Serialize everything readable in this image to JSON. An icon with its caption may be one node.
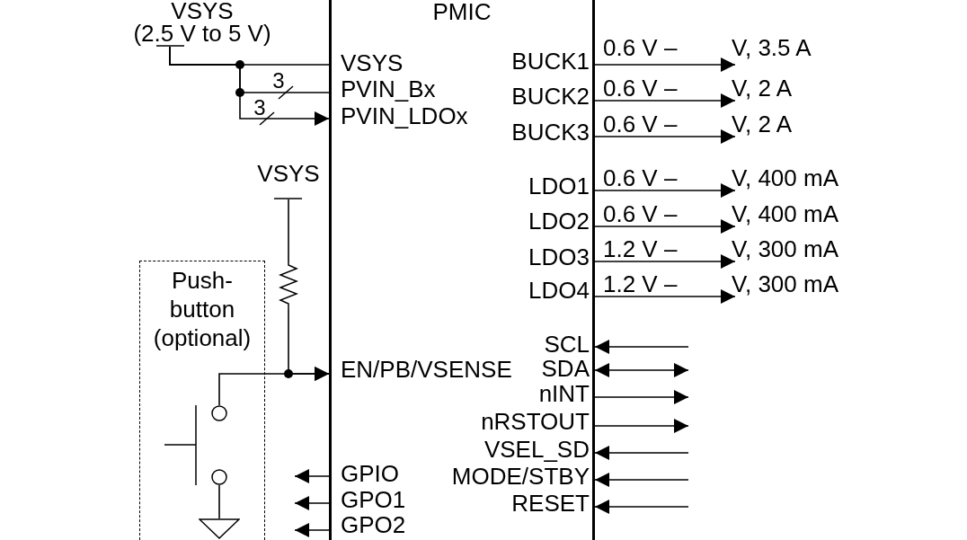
{
  "diagram": {
    "nodes": [
      {
        "text": [
          "PMIC"
        ]
      },
      {
        "text": [
          "VSYS",
          "(2.5 V to 5 V)"
        ]
      },
      {
        "text": [
          "VSYS"
        ],
        "in": 0
      },
      {
        "text": [
          "PVIN_Bx"
        ],
        "in": 0
      },
      {
        "text": [
          "PVIN_LDOx"
        ],
        "in": 0
      },
      {
        "text": [
          "VSYS"
        ]
      },
      {
        "text": [],
        "shape": "resistor"
      },
      {
        "text": [
          "Push-button (optional)"
        ]
      },
      {
        "text": [],
        "shape": "switch",
        "in": 7
      },
      {
        "text": [],
        "shape": "ground",
        "in": 7
      },
      {
        "text": [
          "EN/PB/VSENSE"
        ],
        "in": 0
      },
      {
        "text": [
          "GPIO"
        ],
        "in": 0
      },
      {
        "text": [
          "GPO1"
        ],
        "in": 0
      },
      {
        "text": [
          "GPO2"
        ],
        "in": 0
      },
      {
        "text": [
          "BUCK1"
        ],
        "in": 0
      },
      {
        "text": [
          "BUCK2"
        ],
        "in": 0
      },
      {
        "text": [
          "BUCK3"
        ],
        "in": 0
      },
      {
        "text": [
          "LDO1"
        ],
        "in": 0
      },
      {
        "text": [
          "LDO2"
        ],
        "in": 0
      },
      {
        "text": [
          "LDO3"
        ],
        "in": 0
      },
      {
        "text": [
          "LDO4"
        ],
        "in": 0
      },
      {
        "text": [
          "SCL"
        ],
        "in": 0
      },
      {
        "text": [
          "SDA"
        ],
        "in": 0
      },
      {
        "text": [
          "nINT"
        ],
        "in": 0
      },
      {
        "text": [
          "nRSTOUT"
        ],
        "in": 0
      },
      {
        "text": [
          "VSEL_SD"
        ],
        "in": 0
      },
      {
        "text": [
          "MODE/STBY"
        ],
        "in": 0
      },
      {
        "text": [
          "RESET"
        ],
        "in": 0
      },
      {
        "text": [
          "V, 3.5 A"
        ]
      },
      {
        "text": [
          "V, 2 A"
        ]
      },
      {
        "text": [
          "V, 2 A"
        ]
      },
      {
        "text": [
          "V, 400 mA"
        ]
      },
      {
        "text": [
          "V, 400 mA"
        ]
      },
      {
        "text": [
          "V, 300 mA"
        ]
      },
      {
        "text": [
          "V, 300 mA"
        ]
      }
    ],
    "edges": [
      {
        "from": 1,
        "to": 2,
        "arrow": "none"
      },
      {
        "from": 1,
        "to": 3,
        "arrow": "none",
        "label": "3"
      },
      {
        "from": 1,
        "to": 4,
        "arrow": "to",
        "label": "3"
      },
      {
        "from": 5,
        "to": 6,
        "arrow": "none"
      },
      {
        "from": 6,
        "to": 10,
        "arrow": "to"
      },
      {
        "from": 8,
        "to": 10,
        "arrow": "to"
      },
      {
        "from": 8,
        "to": 9,
        "arrow": "none"
      },
      {
        "from": 11,
        "to": null,
        "arrow": "to"
      },
      {
        "from": 12,
        "to": null,
        "arrow": "to"
      },
      {
        "from": 13,
        "to": null,
        "arrow": "to"
      },
      {
        "from": 14,
        "to": 28,
        "arrow": "to",
        "label": "0.6 V –"
      },
      {
        "from": 15,
        "to": 29,
        "arrow": "to",
        "label": "0.6 V –"
      },
      {
        "from": 16,
        "to": 30,
        "arrow": "to",
        "label": "0.6 V –"
      },
      {
        "from": 17,
        "to": 31,
        "arrow": "to",
        "label": "0.6 V –"
      },
      {
        "from": 18,
        "to": 32,
        "arrow": "to",
        "label": "0.6 V –"
      },
      {
        "from": 19,
        "to": 33,
        "arrow": "to",
        "label": "1.2 V –"
      },
      {
        "from": 20,
        "to": 34,
        "arrow": "to",
        "label": "1.2 V –"
      },
      {
        "from": null,
        "to": 21,
        "arrow": "to"
      },
      {
        "from": 22,
        "to": null,
        "arrow": "both"
      },
      {
        "from": 23,
        "to": null,
        "arrow": "to"
      },
      {
        "from": 24,
        "to": null,
        "arrow": "to"
      },
      {
        "from": null,
        "to": 25,
        "arrow": "to"
      },
      {
        "from": null,
        "to": 26,
        "arrow": "to"
      },
      {
        "from": null,
        "to": 27,
        "arrow": "to"
      }
    ]
  }
}
